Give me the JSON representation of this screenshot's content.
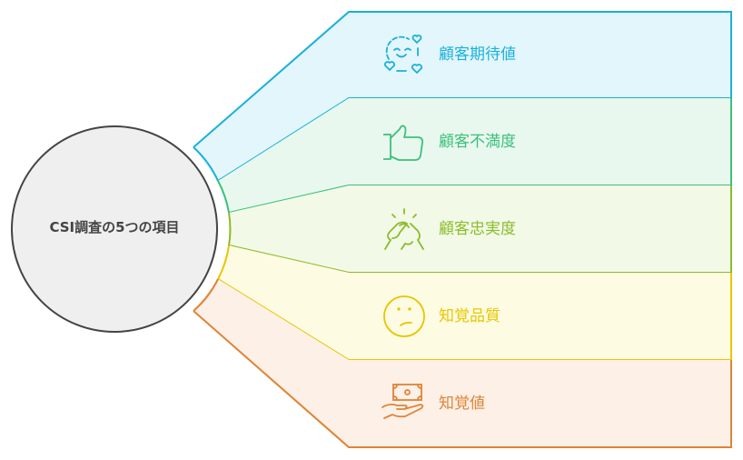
{
  "center": {
    "title": "CSI調査の5つの項目"
  },
  "items": [
    {
      "label": "顧客期待値",
      "icon": "smiling-face-hearts-icon",
      "color": "#1AB0DC",
      "fill": "#E3F6FC"
    },
    {
      "label": "顧客不満度",
      "icon": "thumbs-up-icon",
      "color": "#3CC07A",
      "fill": "#E8F8EF"
    },
    {
      "label": "顧客忠実度",
      "icon": "handshake-icon",
      "color": "#8CBC2C",
      "fill": "#F2F9E6"
    },
    {
      "label": "知覚品質",
      "icon": "frown-face-icon",
      "color": "#E6C700",
      "fill": "#FEFBE3"
    },
    {
      "label": "知覚値",
      "icon": "money-hand-icon",
      "color": "#DE8436",
      "fill": "#FDF0E6"
    }
  ]
}
